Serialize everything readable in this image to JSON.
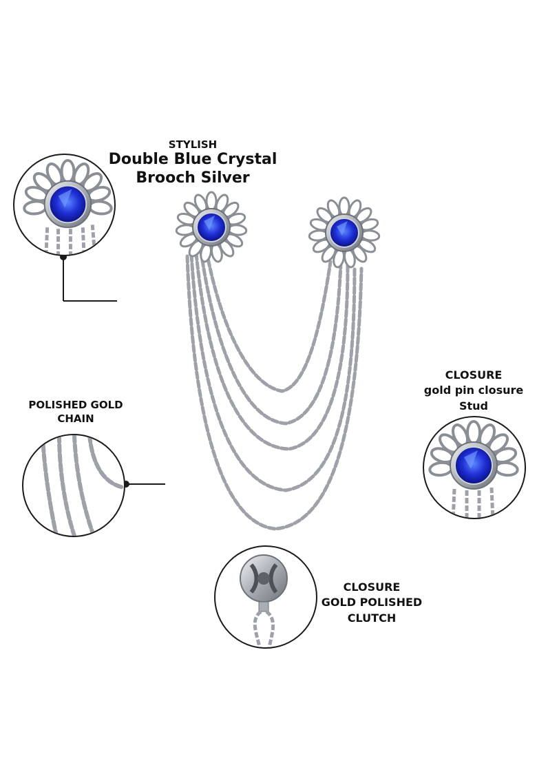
{
  "labels": {
    "top": {
      "line1": "STYLISH",
      "line2": "Double Blue Crystal",
      "line3": "Brooch Silver"
    },
    "chain": {
      "line1": "POLISHED GOLD",
      "line2": "CHAIN"
    },
    "stud": {
      "line1": "CLOSURE",
      "line2": "gold pin closure",
      "line3": "Stud"
    },
    "clutch": {
      "line1": "CLOSURE",
      "line2": "GOLD POLISHED",
      "line3": "CLUTCH"
    }
  },
  "colors": {
    "background": "#ffffff",
    "silver": "#b8bcc2",
    "silver_dark": "#6d7178",
    "crystal": "#1f2fd6",
    "crystal_light": "#4a78ff",
    "text": "#111111",
    "outline": "#1a1a1a"
  },
  "icons": {
    "brooch": "sun-flower-brooch-icon",
    "chain": "chain-links-icon",
    "clutch": "pin-clutch-icon"
  }
}
